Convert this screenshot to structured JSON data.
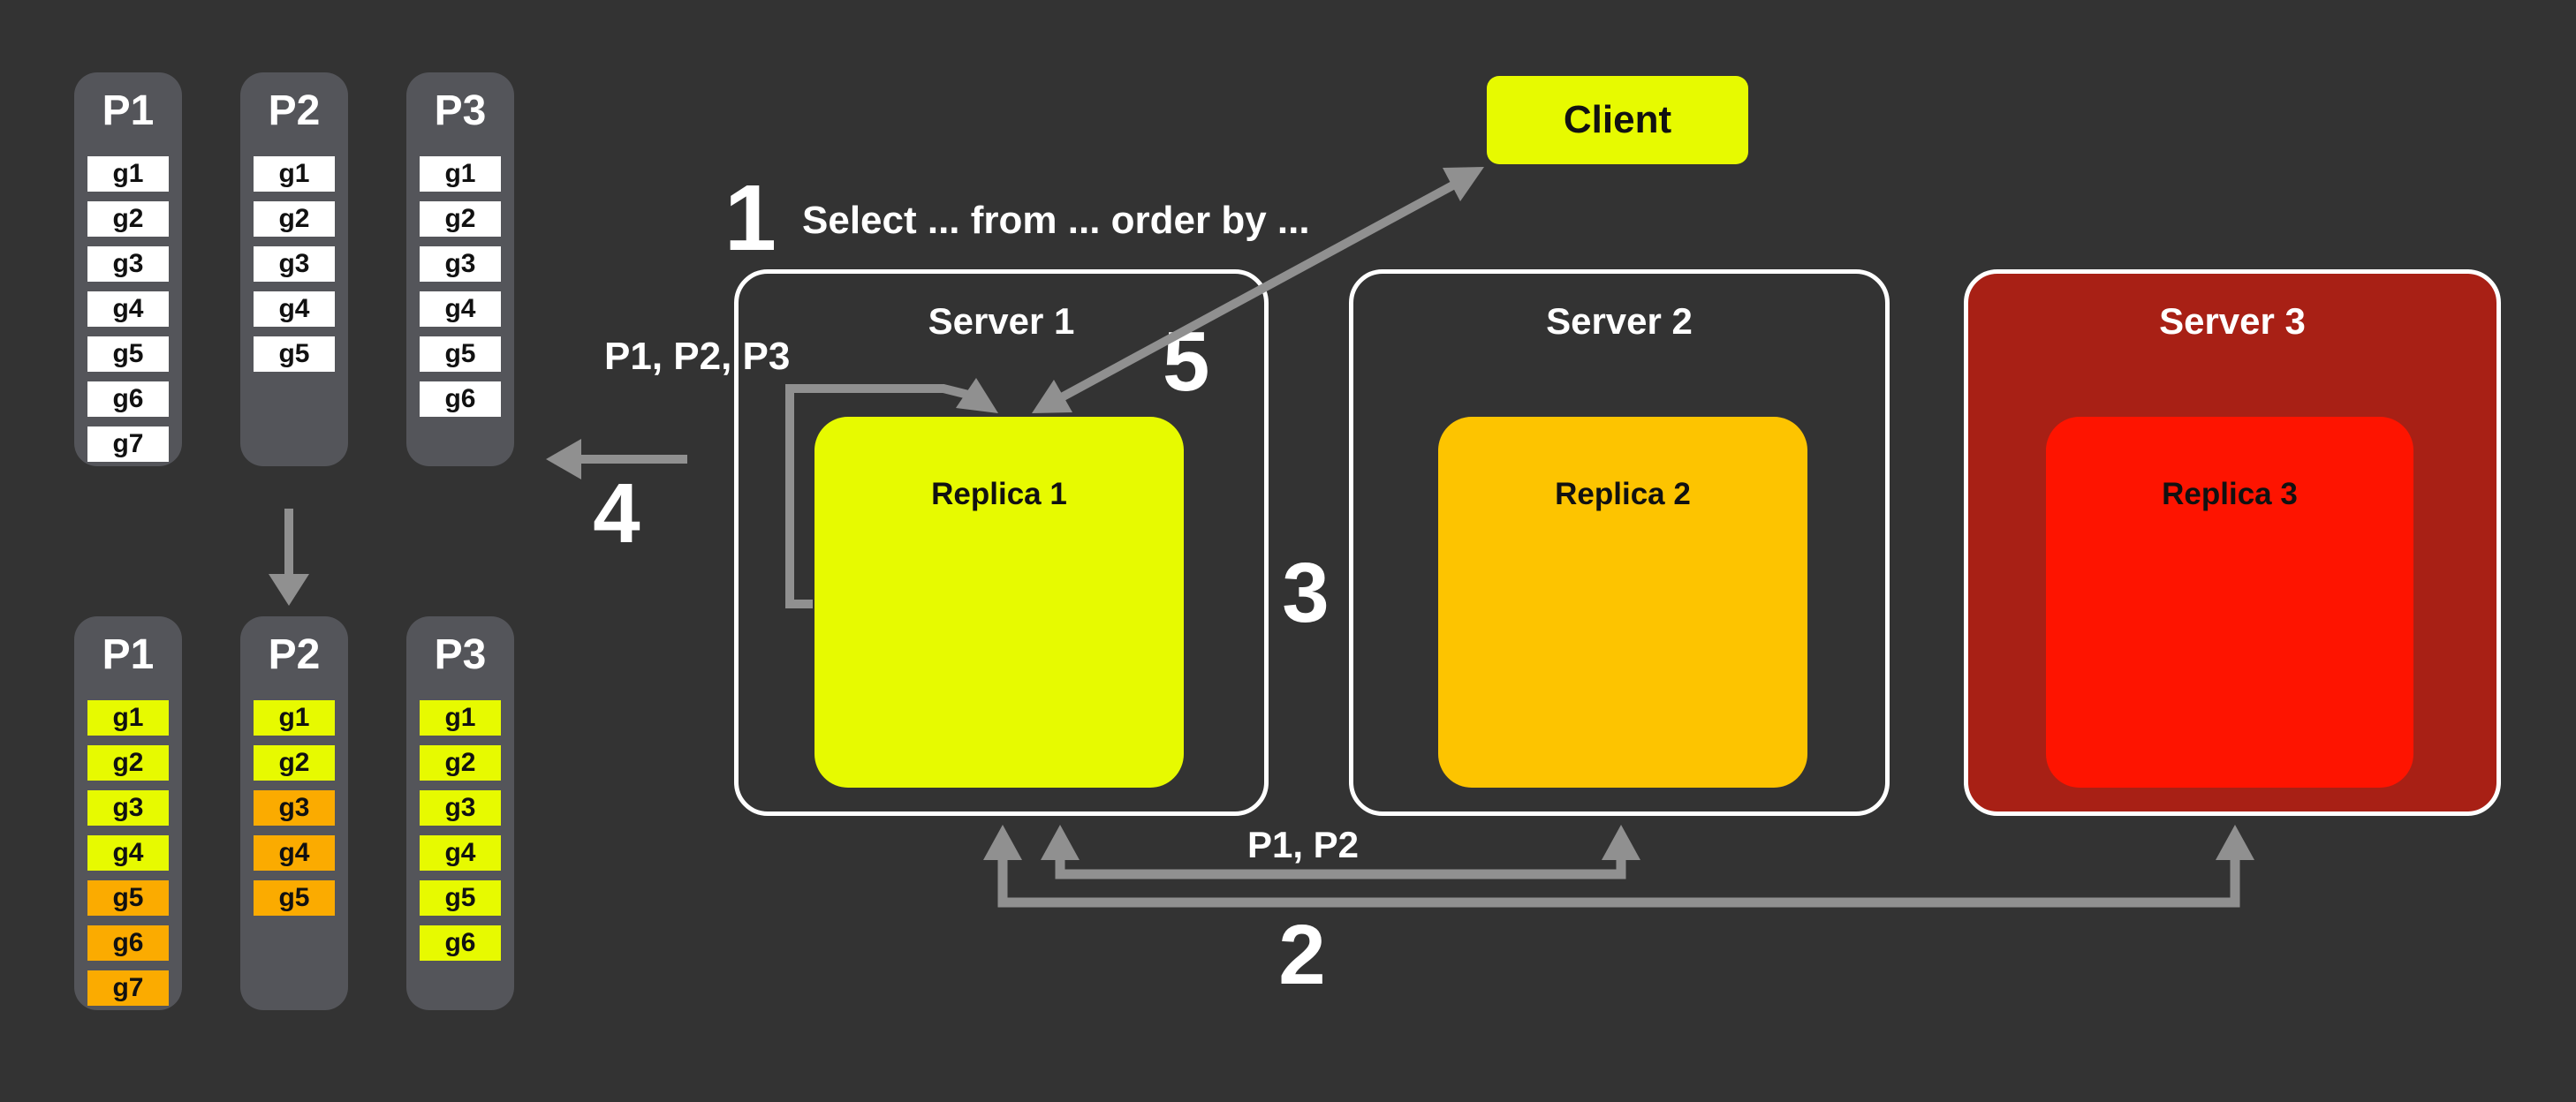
{
  "palette": {
    "background": "#333333",
    "column_gray": "#54555a",
    "item_white": "#ffffff",
    "item_yellow": "#e7fa00",
    "item_orange": "#fbab00",
    "client_yellow": "#e7fa00",
    "replica1_yellow": "#e7fa00",
    "replica2_amber": "#fdc400",
    "server3_dark_red": "#a82015",
    "replica3_red": "#fe1400",
    "arrow_gray": "#909090",
    "border_white": "#ffffff"
  },
  "top_partitions": [
    {
      "name": "P1",
      "items": [
        {
          "label": "g1",
          "color": "white"
        },
        {
          "label": "g2",
          "color": "white"
        },
        {
          "label": "g3",
          "color": "white"
        },
        {
          "label": "g4",
          "color": "white"
        },
        {
          "label": "g5",
          "color": "white"
        },
        {
          "label": "g6",
          "color": "white"
        },
        {
          "label": "g7",
          "color": "white"
        }
      ]
    },
    {
      "name": "P2",
      "items": [
        {
          "label": "g1",
          "color": "white"
        },
        {
          "label": "g2",
          "color": "white"
        },
        {
          "label": "g3",
          "color": "white"
        },
        {
          "label": "g4",
          "color": "white"
        },
        {
          "label": "g5",
          "color": "white"
        }
      ]
    },
    {
      "name": "P3",
      "items": [
        {
          "label": "g1",
          "color": "white"
        },
        {
          "label": "g2",
          "color": "white"
        },
        {
          "label": "g3",
          "color": "white"
        },
        {
          "label": "g4",
          "color": "white"
        },
        {
          "label": "g5",
          "color": "white"
        },
        {
          "label": "g6",
          "color": "white"
        }
      ]
    }
  ],
  "bottom_partitions": [
    {
      "name": "P1",
      "items": [
        {
          "label": "g1",
          "color": "yellow"
        },
        {
          "label": "g2",
          "color": "yellow"
        },
        {
          "label": "g3",
          "color": "yellow"
        },
        {
          "label": "g4",
          "color": "yellow"
        },
        {
          "label": "g5",
          "color": "orange"
        },
        {
          "label": "g6",
          "color": "orange"
        },
        {
          "label": "g7",
          "color": "orange"
        }
      ]
    },
    {
      "name": "P2",
      "items": [
        {
          "label": "g1",
          "color": "yellow"
        },
        {
          "label": "g2",
          "color": "yellow"
        },
        {
          "label": "g3",
          "color": "orange"
        },
        {
          "label": "g4",
          "color": "orange"
        },
        {
          "label": "g5",
          "color": "orange"
        }
      ]
    },
    {
      "name": "P3",
      "items": [
        {
          "label": "g1",
          "color": "yellow"
        },
        {
          "label": "g2",
          "color": "yellow"
        },
        {
          "label": "g3",
          "color": "yellow"
        },
        {
          "label": "g4",
          "color": "yellow"
        },
        {
          "label": "g5",
          "color": "yellow"
        },
        {
          "label": "g6",
          "color": "yellow"
        }
      ]
    }
  ],
  "client": {
    "label": "Client"
  },
  "servers": [
    {
      "name": "Server 1",
      "replica": "Replica 1"
    },
    {
      "name": "Server 2",
      "replica": "Replica 2"
    },
    {
      "name": "Server 3",
      "replica": "Replica 3"
    }
  ],
  "annotations": {
    "step1_num": "1",
    "step1_text": "Select ... from ... order by ...",
    "step2_num": "2",
    "step3_num": "3",
    "step4_num": "4",
    "step5_num": "5",
    "partitions_all": "P1, P2, P3",
    "partitions_subset": "P1, P2"
  }
}
